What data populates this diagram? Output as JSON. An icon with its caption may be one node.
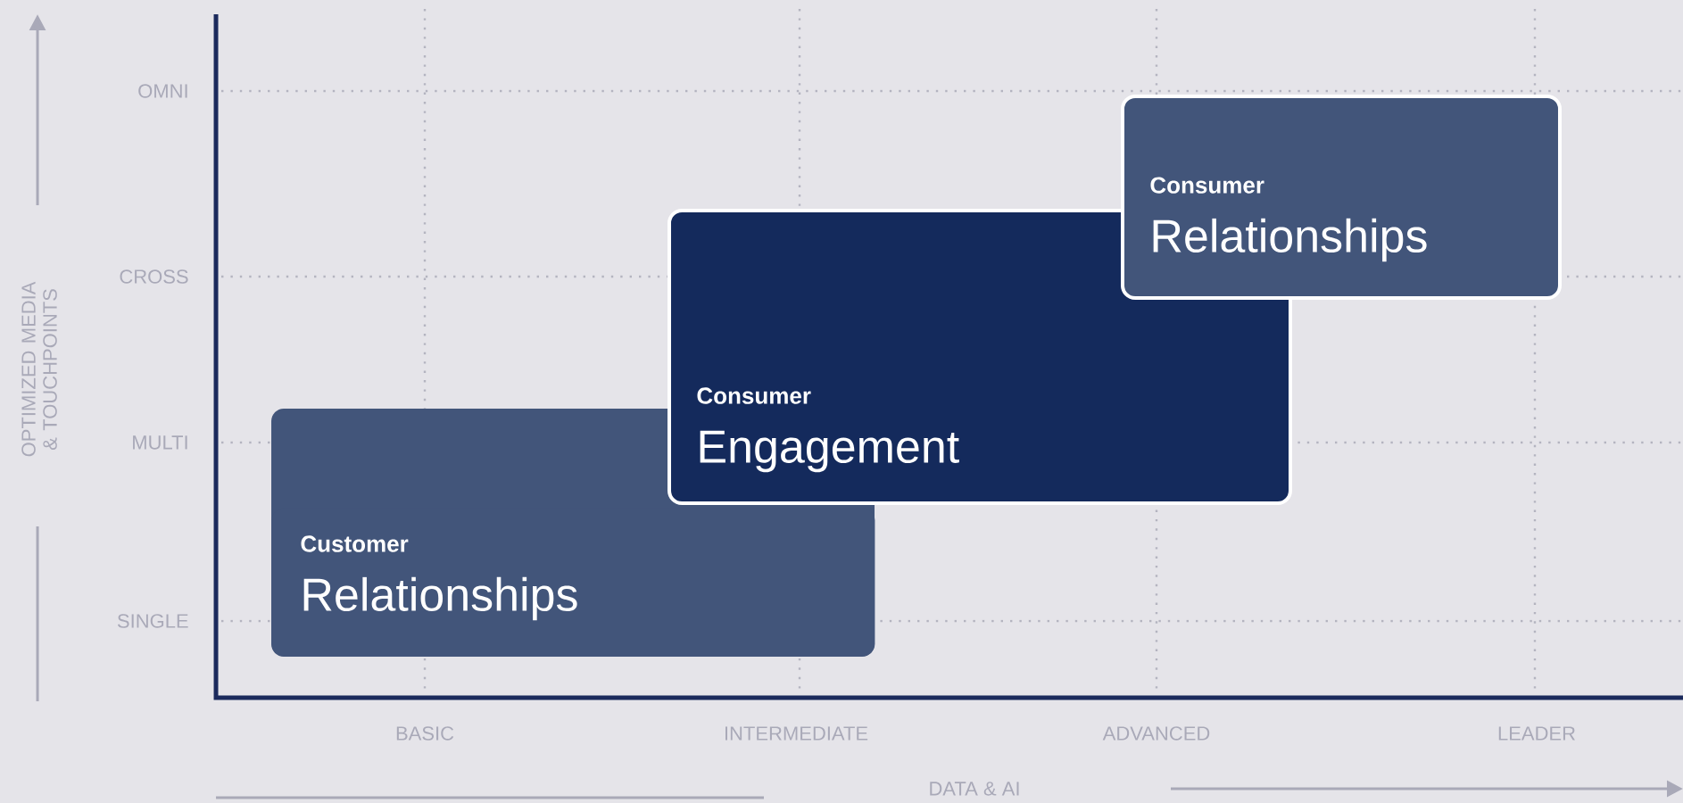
{
  "diagram": {
    "nodes": [
      {
        "text": [
          "Customer",
          "Relationships"
        ]
      },
      {
        "text": [
          "Consumer",
          "Engagement"
        ]
      },
      {
        "text": [
          "Consumer",
          "Relationships"
        ]
      }
    ],
    "labels": [
      "OPTIMIZED MEDIA & TOUCHPOINTS",
      "OMNI",
      "CROSS",
      "MULTI",
      "SINGLE",
      "BASIC",
      "INTERMEDIATE",
      "ADVANCED",
      "LEADER",
      "DATA & AI"
    ]
  }
}
